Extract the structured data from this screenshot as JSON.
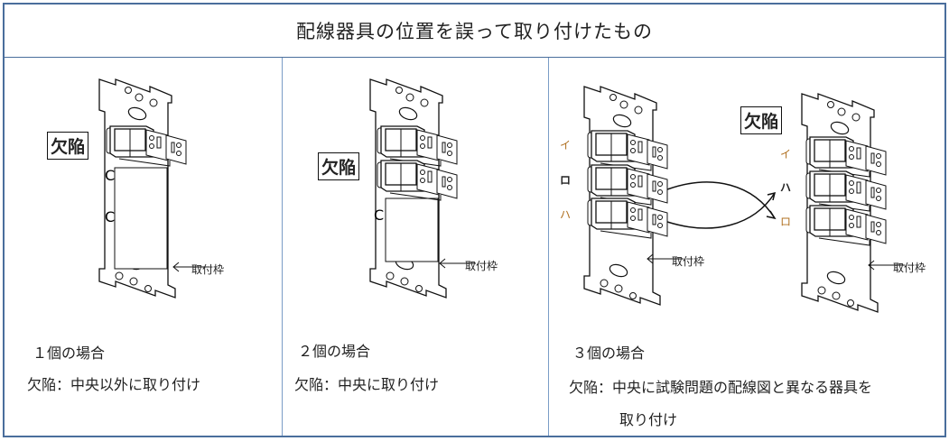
{
  "title": "配線器具の位置を誤って取り付けたもの",
  "frame_label": "取付枠",
  "defect_tag": "欠陥",
  "panels": [
    {
      "case": "１個の場合",
      "description": "欠陥：中央以外に取り付け"
    },
    {
      "case": "２個の場合",
      "description": "欠陥：中央に取り付け"
    },
    {
      "case": "３個の場合",
      "description": "欠陥：中央に試験問題の配線図と異なる器具を",
      "description_cont": "取り付け",
      "left_labels": [
        "イ",
        "ロ",
        "ハ"
      ],
      "right_labels": [
        "イ",
        "ハ",
        "ロ"
      ]
    }
  ],
  "colors": {
    "border": "#4a6e9c",
    "divider": "#7a9cc6"
  }
}
